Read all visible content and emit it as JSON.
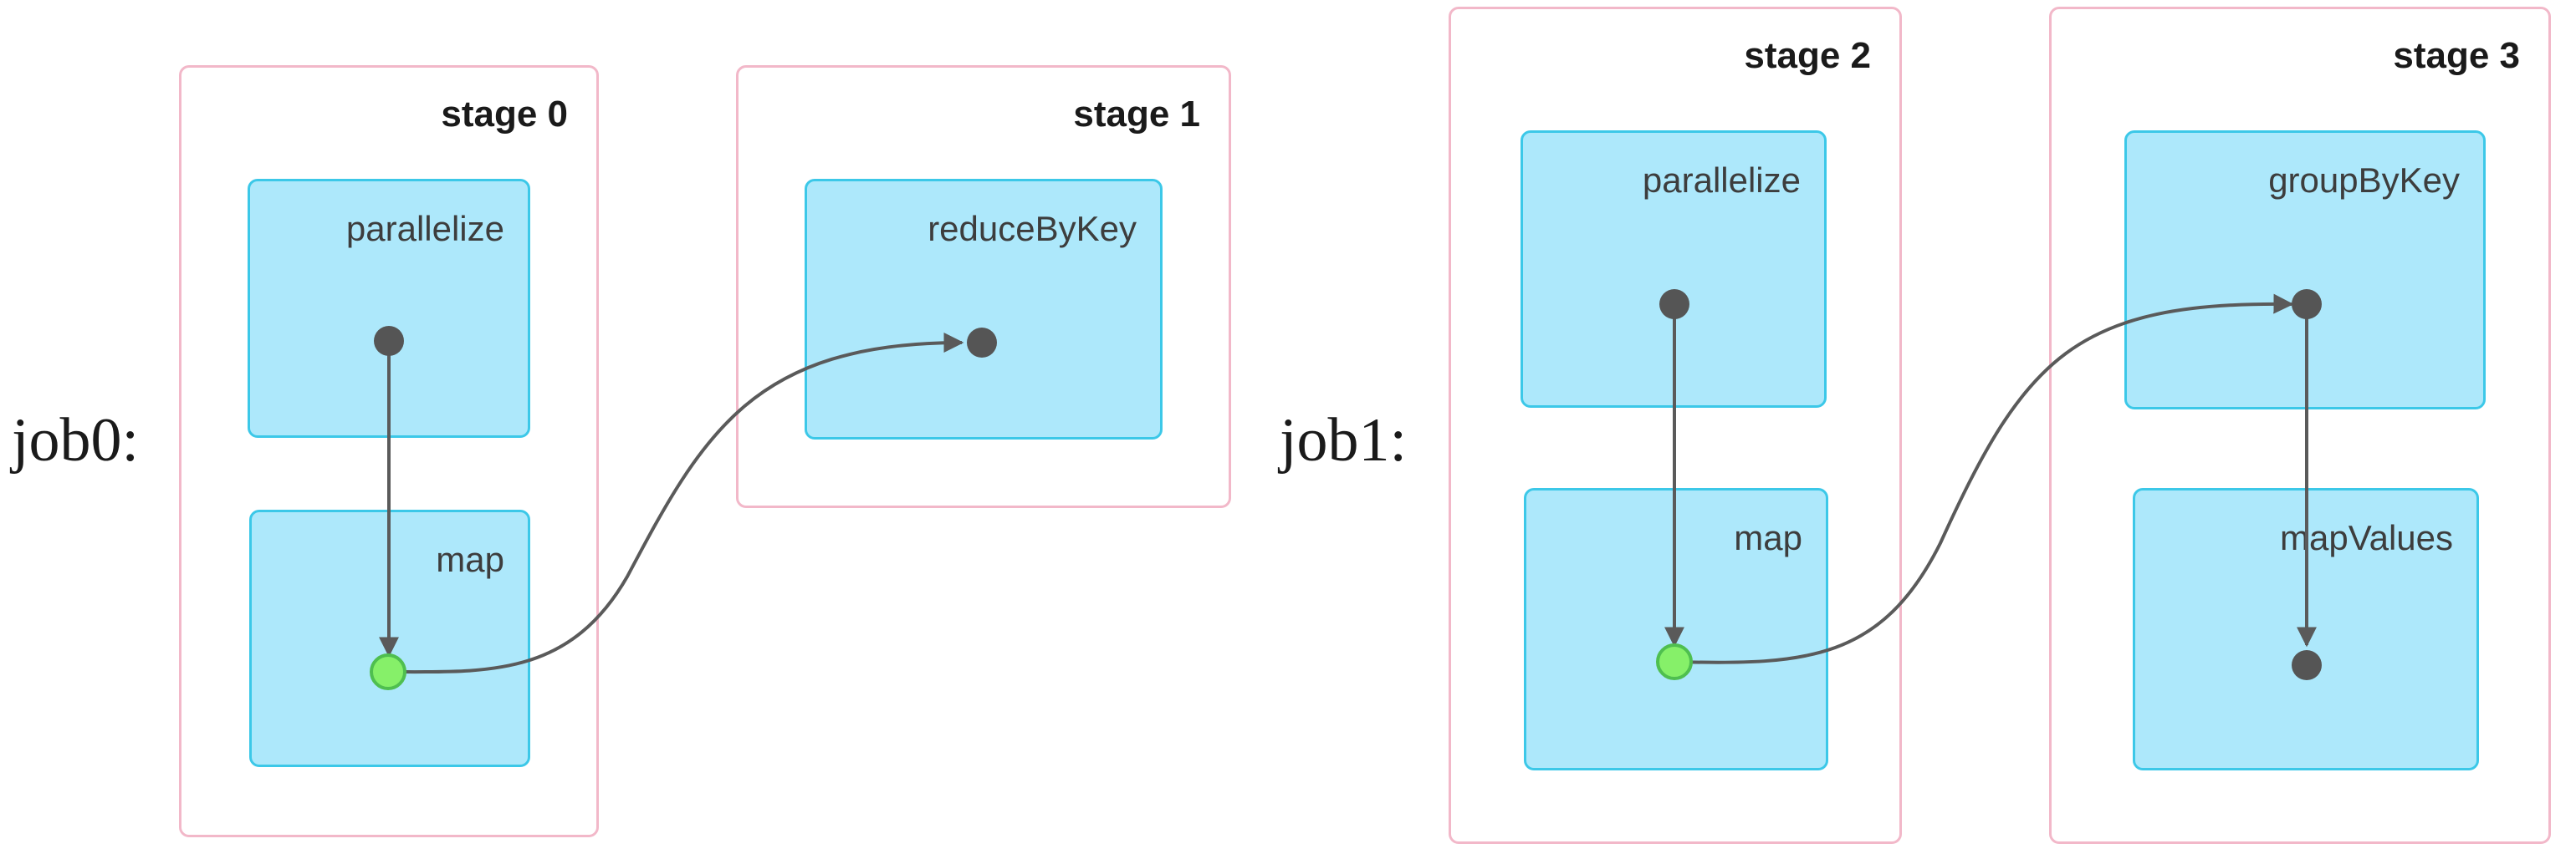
{
  "jobs": [
    {
      "label": "job0:",
      "stages": [
        {
          "title": "stage 0",
          "operations": [
            "parallelize",
            "map"
          ]
        },
        {
          "title": "stage 1",
          "operations": [
            "reduceByKey"
          ]
        }
      ]
    },
    {
      "label": "job1:",
      "stages": [
        {
          "title": "stage 2",
          "operations": [
            "parallelize",
            "map"
          ]
        },
        {
          "title": "stage 3",
          "operations": [
            "groupByKey",
            "mapValues"
          ]
        }
      ]
    }
  ],
  "colors": {
    "stage_border": "#f2b8c9",
    "op_fill": "#ade8fb",
    "op_border": "#3cc8e8",
    "edge": "#5a5a5a",
    "node": "#555555",
    "node_highlight_fill": "#86f069",
    "node_highlight_border": "#4fbf4f"
  }
}
